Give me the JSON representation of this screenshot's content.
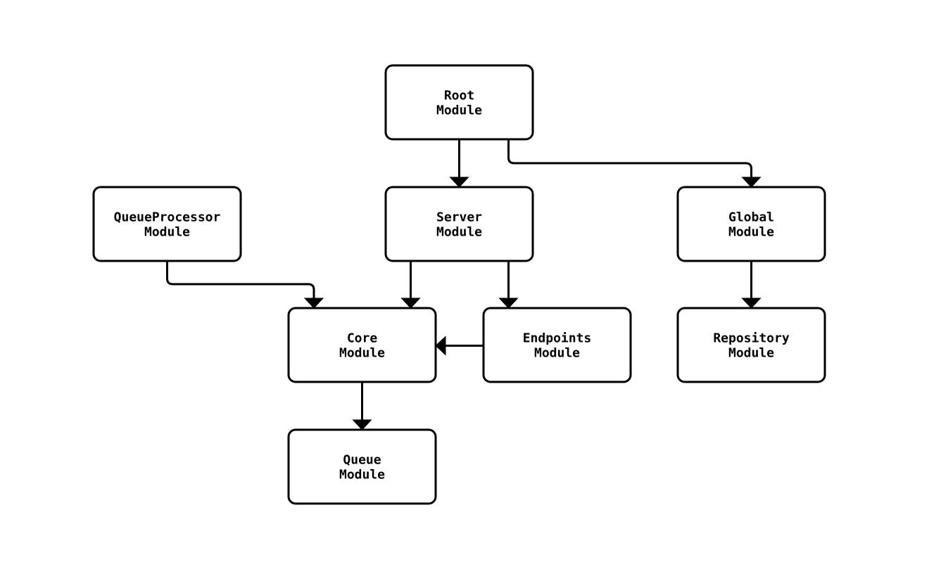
{
  "diagram": {
    "type": "module-dependency-flowchart",
    "background_color": "#ffffff",
    "node_fill_color": "#ffffff",
    "node_border_color": "#000000",
    "text_color": "#000000",
    "edge_color": "#000000",
    "nodes": [
      {
        "id": "root-module",
        "line1": "Root",
        "line2": "Module"
      },
      {
        "id": "queueprocessor-module",
        "line1": "QueueProcessor",
        "line2": "Module"
      },
      {
        "id": "server-module",
        "line1": "Server",
        "line2": "Module"
      },
      {
        "id": "global-module",
        "line1": "Global",
        "line2": "Module"
      },
      {
        "id": "core-module",
        "line1": "Core",
        "line2": "Module"
      },
      {
        "id": "endpoints-module",
        "line1": "Endpoints",
        "line2": "Module"
      },
      {
        "id": "repository-module",
        "line1": "Repository",
        "line2": "Module"
      },
      {
        "id": "queue-module",
        "line1": "Queue",
        "line2": "Module"
      }
    ],
    "edges": [
      {
        "from": "root-module",
        "to": "server-module"
      },
      {
        "from": "root-module",
        "to": "global-module"
      },
      {
        "from": "queueprocessor-module",
        "to": "core-module"
      },
      {
        "from": "server-module",
        "to": "core-module"
      },
      {
        "from": "server-module",
        "to": "endpoints-module"
      },
      {
        "from": "endpoints-module",
        "to": "core-module"
      },
      {
        "from": "global-module",
        "to": "repository-module"
      },
      {
        "from": "core-module",
        "to": "queue-module"
      }
    ]
  }
}
